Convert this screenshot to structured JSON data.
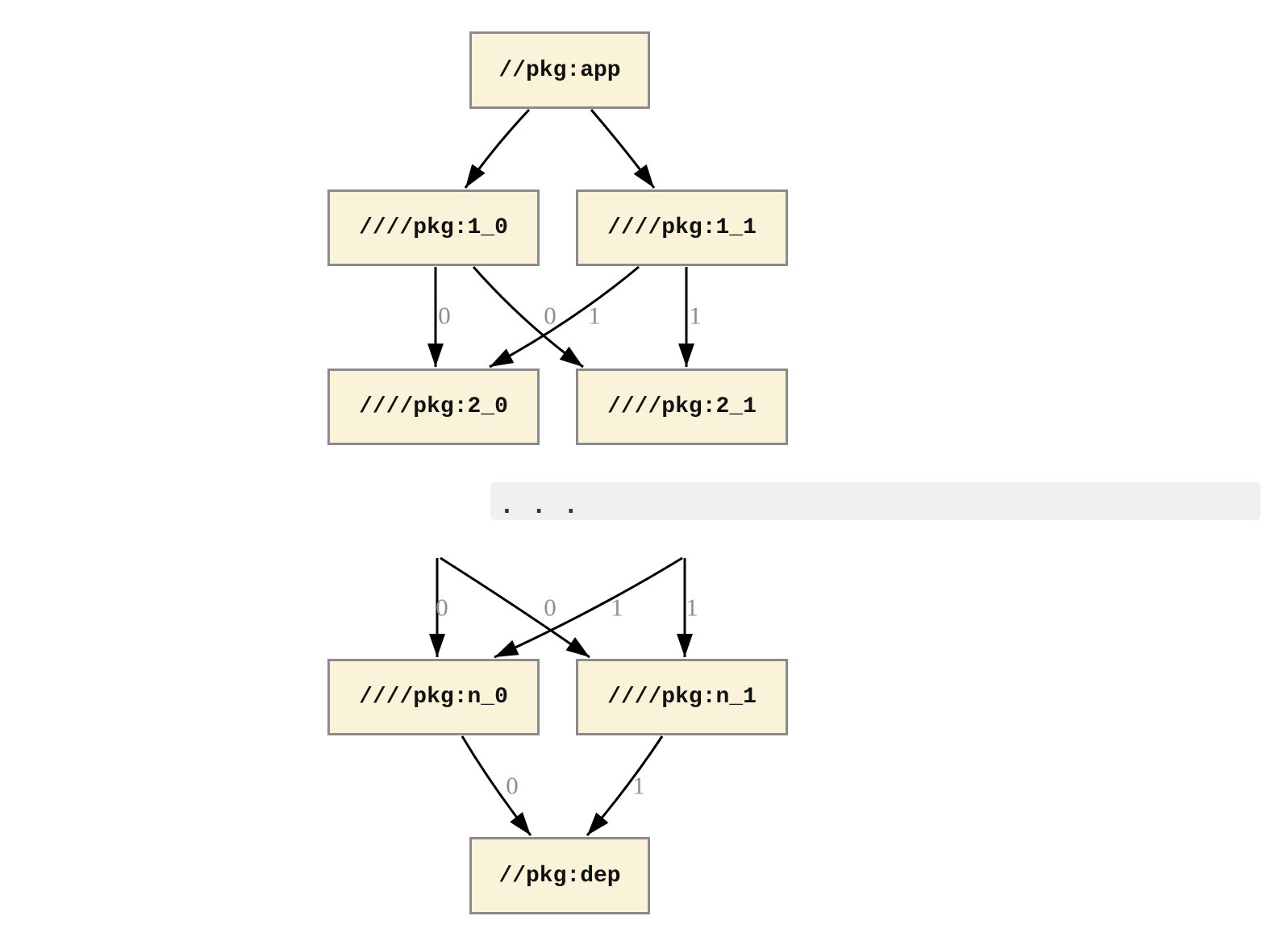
{
  "diagram": {
    "kind": "package-dependency-graph",
    "nodes": {
      "app": "//pkg:app",
      "v1_0": "////pkg:1_0",
      "v1_1": "////pkg:1_1",
      "v2_0": "////pkg:2_0",
      "v2_1": "////pkg:2_1",
      "n_0": "////pkg:n_0",
      "n_1": "////pkg:n_1",
      "dep": "//pkg:dep"
    },
    "ellipsis": ". . .",
    "edge_labels": {
      "v1_0_to_v2_0": "0",
      "v1_1_to_v2_0": "0",
      "v1_0_to_v2_1": "1",
      "v1_1_to_v2_1": "1",
      "mid_to_n_0": "0",
      "mid_cross_to_n_0": "0",
      "mid_cross_to_n_1": "1",
      "mid_to_n_1": "1",
      "n_0_to_dep": "0",
      "n_1_to_dep": "1"
    },
    "edges": [
      {
        "from": "//pkg:app",
        "to": "////pkg:1_0",
        "label": ""
      },
      {
        "from": "//pkg:app",
        "to": "////pkg:1_1",
        "label": ""
      },
      {
        "from": "////pkg:1_0",
        "to": "////pkg:2_0",
        "label": "0"
      },
      {
        "from": "////pkg:1_0",
        "to": "////pkg:2_1",
        "label": "1"
      },
      {
        "from": "////pkg:1_1",
        "to": "////pkg:2_0",
        "label": "0"
      },
      {
        "from": "////pkg:1_1",
        "to": "////pkg:2_1",
        "label": "1"
      },
      {
        "from": "...",
        "to": "////pkg:n_0",
        "label": "0"
      },
      {
        "from": "...",
        "to": "////pkg:n_1",
        "label": "1"
      },
      {
        "from": "...",
        "to": "////pkg:n_0",
        "label": "0"
      },
      {
        "from": "...",
        "to": "////pkg:n_1",
        "label": "1"
      },
      {
        "from": "////pkg:n_0",
        "to": "//pkg:dep",
        "label": "0"
      },
      {
        "from": "////pkg:n_1",
        "to": "//pkg:dep",
        "label": "1"
      }
    ],
    "colors": {
      "node_fill": "#FBF3D9",
      "node_border": "#8B8B8B",
      "edge": "#000000",
      "edge_label": "#8F8F8F",
      "ellipsis_bar": "#F0F0F0"
    }
  }
}
